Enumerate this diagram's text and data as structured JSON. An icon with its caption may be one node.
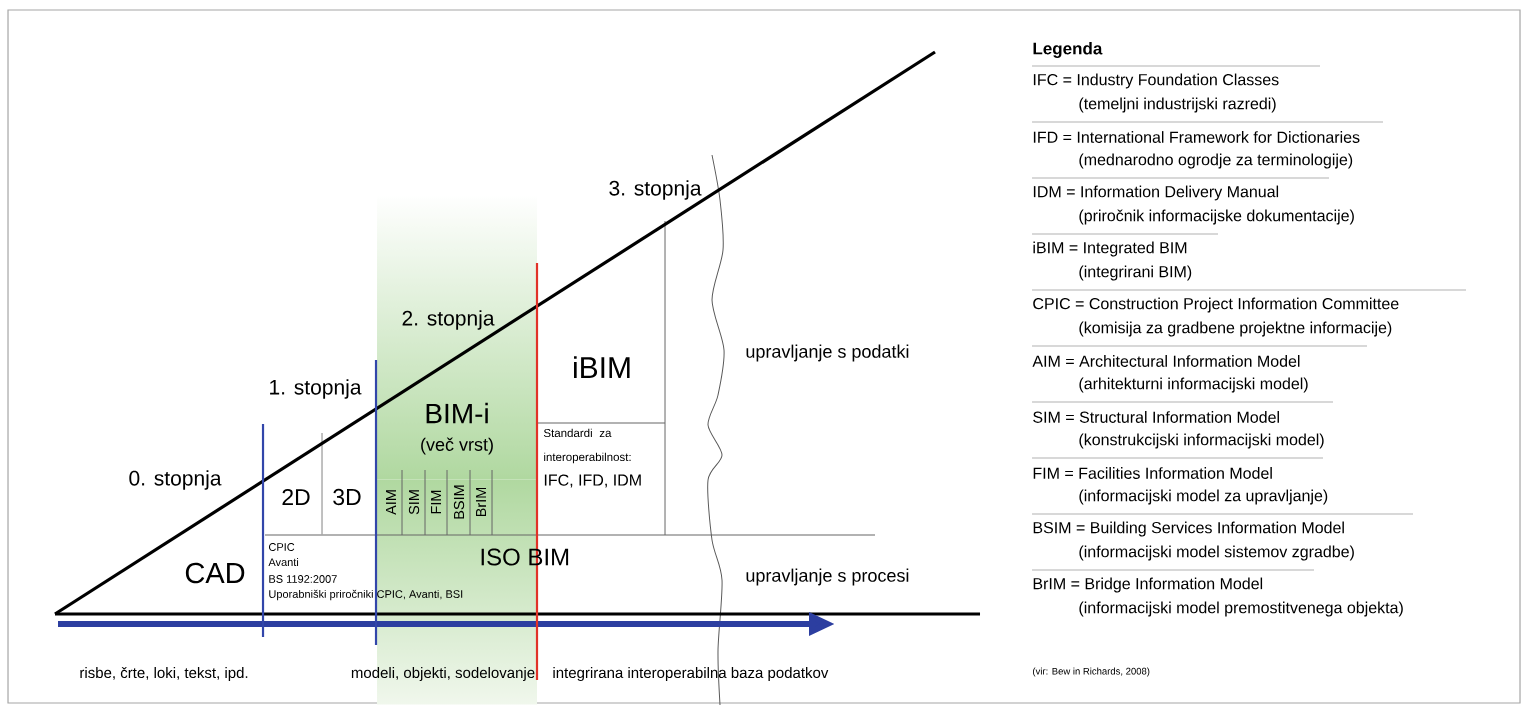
{
  "diagram": {
    "labels": [
      "3. stopnja",
      "2. stopnja",
      "iBIM",
      "upravljanje s podatki",
      "1. stopnja",
      "BIM-i",
      "(več vrst)",
      "Standardi za interoperabilnost:",
      "0. stopnja",
      "2D",
      "3D",
      "AIM",
      "SIM",
      "FIM",
      "BSIM",
      "BrIM",
      "IFC, IFD, IDM",
      "CAD",
      "CPIC",
      "Avanti",
      "BS 1192:2007",
      "Uporabniški priročniki CPIC, Avanti, BSI",
      "ISO BIM",
      "upravljanje s procesi",
      "risbe, črte, loki, tekst, ipd.",
      "modeli, objekti, sodelovanje",
      "integrirana interoperabilna baza podatkov",
      "Legenda",
      "IFC = Industry Foundation Classes",
      "(temeljni industrijski razredi)",
      "IFD = International Framework for Dictionaries",
      "(mednarodno ogrodje za terminologije)",
      "IDM = Information Delivery Manual",
      "(priročnik informacijske dokumentacije)",
      "iBIM = Integrated BIM",
      "(integrirani BIM)",
      "CPIC = Construction Project Information Committee",
      "(komisija za gradbene projektne informacije)",
      "AIM = Architectural Information Model",
      "(arhitekturni informacijski model)",
      "SIM = Structural Information Model",
      "(konstrukcijski informacijski model)",
      "FIM = Facilities Information Model",
      "(informacijski model za upravljanje)",
      "BSIM = Building Services Information Model",
      "(informacijski model sistemov zgradbe)",
      "BrIM = Bridge Information Model",
      "(informacijski model premostitvenega objekta)",
      "(vir: Bew in Richards, 2008)"
    ]
  }
}
